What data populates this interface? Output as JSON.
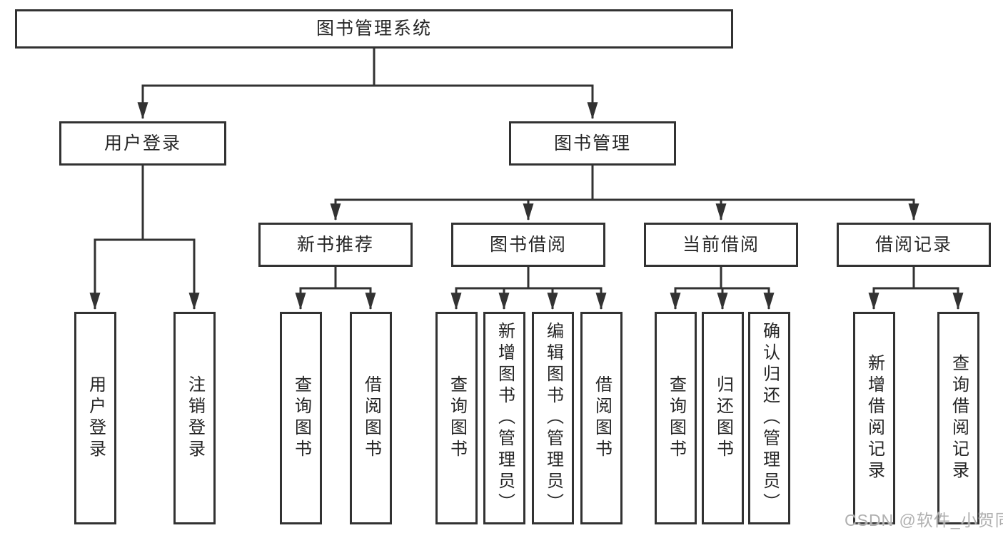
{
  "palette": {
    "line_color": "#323232",
    "box_border": "#323232",
    "box_fill": "#ffffff",
    "text_color": "#262626",
    "watermark_color": "#b0b0b0"
  },
  "tree": {
    "root": {
      "label": "图书管理系统"
    },
    "level2": [
      {
        "label": "用户登录"
      },
      {
        "label": "图书管理"
      }
    ],
    "level3": [
      {
        "label": "新书推荐"
      },
      {
        "label": "图书借阅"
      },
      {
        "label": "当前借阅"
      },
      {
        "label": "借阅记录"
      }
    ],
    "leaves": {
      "user_login": [
        {
          "label": "用户登录"
        },
        {
          "label": "注销登录"
        }
      ],
      "new_book": [
        {
          "label": "查询图书"
        },
        {
          "label": "借阅图书"
        }
      ],
      "book_borrow": [
        {
          "label": "查询图书"
        },
        {
          "label": "新增图书（管理员）"
        },
        {
          "label": "编辑图书（管理员）"
        },
        {
          "label": "借阅图书"
        }
      ],
      "current_borrow": [
        {
          "label": "查询图书"
        },
        {
          "label": "归还图书"
        },
        {
          "label": "确认归还（管理员）"
        }
      ],
      "borrow_record": [
        {
          "label": "新增借阅记录"
        },
        {
          "label": "查询借阅记录"
        }
      ]
    }
  },
  "watermark": {
    "text": "CSDN @软件_小贺同学"
  }
}
